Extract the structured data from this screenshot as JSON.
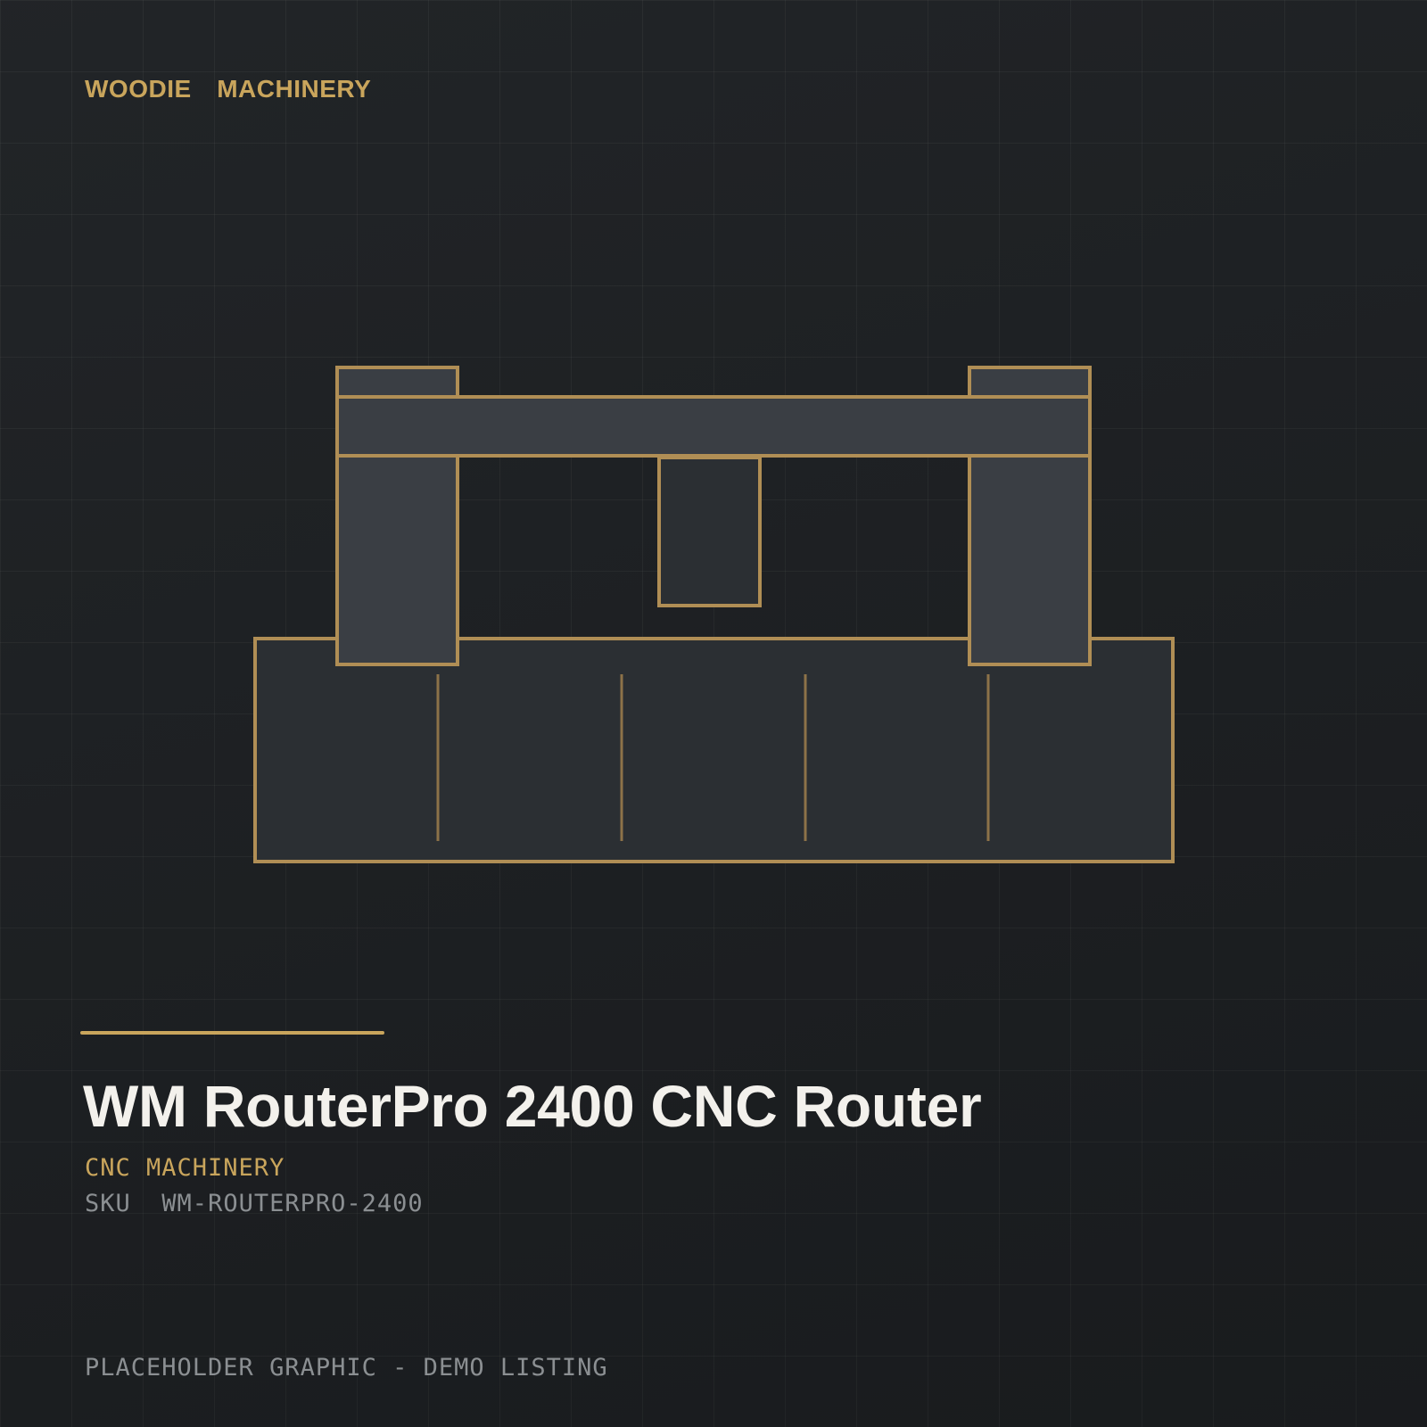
{
  "brand": {
    "name": "WOODIE  MACHINERY"
  },
  "product": {
    "title": "WM RouterPro 2400 CNC Router",
    "category": "CNC MACHINERY",
    "sku_label": "SKU",
    "sku_value": "WM-ROUTERPRO-2400"
  },
  "footer": {
    "note": "PLACEHOLDER GRAPHIC - DEMO LISTING"
  },
  "colors": {
    "background": "#1e2124",
    "accent": "#c9a55c",
    "title_text": "#f3f1ec",
    "muted_text": "#8b8f92",
    "machine_fill_light": "#3a3e44",
    "machine_fill_dark": "#2b2f33"
  },
  "illustration": {
    "subject": "cnc-router-icon"
  }
}
